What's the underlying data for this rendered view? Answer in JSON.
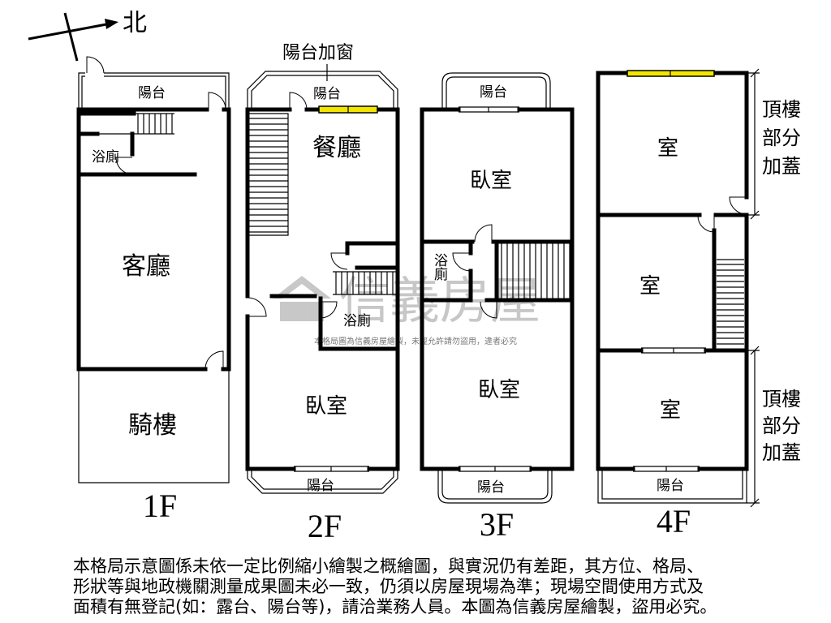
{
  "compass": {
    "label": "北"
  },
  "floor_1f": {
    "label": "1F",
    "balcony": "陽台",
    "bath": "浴廁",
    "living_room": "客廳",
    "arcade": "騎樓"
  },
  "floor_2f": {
    "label": "2F",
    "annotation": "陽台加窗",
    "balcony_top": "陽台",
    "dining_room": "餐廳",
    "bath": "浴廁",
    "bedroom": "臥室",
    "balcony_bottom": "陽台"
  },
  "floor_3f": {
    "label": "3F",
    "balcony_top": "陽台",
    "bedroom_top": "臥室",
    "bath": "浴廁",
    "bedroom_bottom": "臥室",
    "balcony_bottom": "陽台"
  },
  "floor_4f": {
    "label": "4F",
    "room_top": "室",
    "room_middle": "室",
    "room_bottom": "室",
    "balcony": "陽台",
    "note_top": [
      "頂樓",
      "部分",
      "加蓋"
    ],
    "note_bottom": [
      "頂樓",
      "部分",
      "加蓋"
    ]
  },
  "watermark": {
    "brand": "信義房屋",
    "notice": "本格局圖為信義房屋繪製，未經允許請勿盜用，違者必究"
  },
  "disclaimer": [
    "本格局示意圖係未依一定比例縮小繪製之概繪圖，與實況仍有差距，其方位、格局、",
    "形狀等與地政機關測量成果圖未必一致，仍須以房屋現場為準；現場空間使用方式及",
    "面積有無登記(如：露台、陽台等)，請洽業務人員。本圖為信義房屋繪製，盜用必究。"
  ],
  "colors": {
    "wall": "#000000",
    "window": "#f2e600",
    "watermark": "#c4c4c4"
  }
}
